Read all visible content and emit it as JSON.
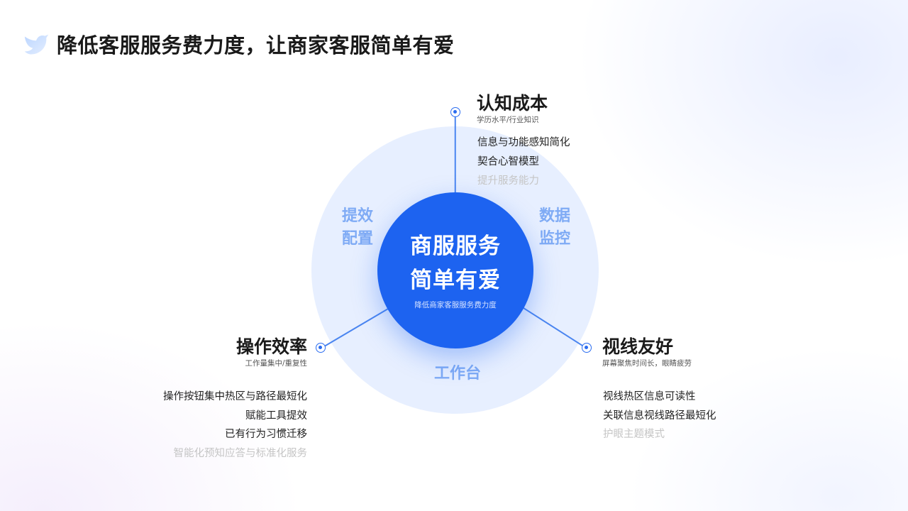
{
  "header": {
    "logo_icon": "bird-icon",
    "title": "降低客服服务费力度，让商家客服简单有爱"
  },
  "center": {
    "title_line1": "商服服务",
    "title_line2": "简单有爱",
    "subtitle": "降低商家客服服务费力度",
    "color": "#1d63f0"
  },
  "ring": {
    "color": "#e7efff",
    "labels": {
      "left_line1": "提效",
      "left_line2": "配置",
      "right_line1": "数据",
      "right_line2": "监控",
      "bottom": "工作台"
    }
  },
  "branches": {
    "top": {
      "title": "认知成本",
      "subtitle": "学历水平/行业知识",
      "items": [
        "信息与功能感知简化",
        "契合心智模型"
      ],
      "faded_item": "提升服务能力"
    },
    "left": {
      "title": "操作效率",
      "subtitle": "工作量集中/重复性",
      "items": [
        "操作按钮集中热区与路径最短化",
        "赋能工具提效",
        "已有行为习惯迁移"
      ],
      "faded_item": "智能化预知应答与标准化服务"
    },
    "right": {
      "title": "视线友好",
      "subtitle": "屏幕聚焦时间长，眼睛疲劳",
      "items": [
        "视线热区信息可读性",
        "关联信息视线路径最短化"
      ],
      "faded_item": "护眼主题模式"
    }
  },
  "colors": {
    "accent": "#2a6cf0",
    "ring_label": "#7fabf5",
    "faded_text": "#c5c5c5"
  }
}
